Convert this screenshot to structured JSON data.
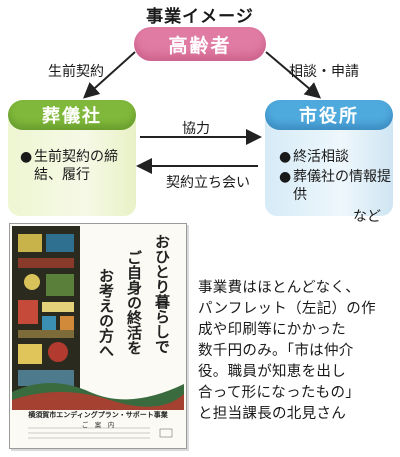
{
  "title": "事業イメージ",
  "nodes": {
    "elderly": "高齢者",
    "funeral": "葬儀社",
    "city": "市役所"
  },
  "edges": {
    "pre_contract": "生前契約",
    "consult_apply": "相談・申請",
    "cooperation": "協力",
    "witness": "契約立ち会い"
  },
  "funeral_items": [
    "生前契約の締結、履行"
  ],
  "city_items": [
    "終活相談",
    "葬儀社の情報提供"
  ],
  "city_more": "など",
  "brochure": {
    "headline_col1": "おひとり暮らしで",
    "headline_col2": "ご自身の終活を",
    "headline_col3": "お考えの方へ",
    "caption1": "横須賀市エンディングプラン・サポート事業",
    "caption2": "ご　案　内"
  },
  "body_lines": [
    "事業費はほとんどなく、",
    "パンフレット（左記）の作",
    "成や印刷等にかかった",
    "数千円のみ。「市は仲介",
    "役。職員が知恵を出し",
    "合って形になったもの」",
    "と担当課長の北見さん"
  ],
  "colors": {
    "pink": "#e07ba3",
    "green": "#7fb83a",
    "blue": "#4ea9dd"
  }
}
